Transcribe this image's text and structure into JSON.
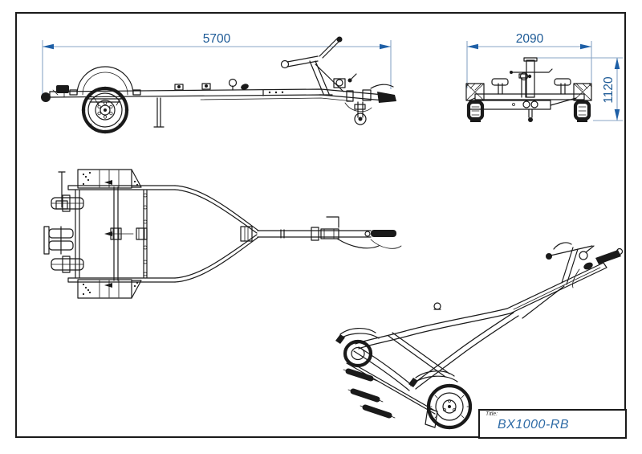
{
  "dimensions": {
    "overall_length": "5700",
    "overall_width": "2090",
    "overall_height": "1120"
  },
  "title_block": {
    "label": "Title:",
    "value": "BX1000-RB"
  },
  "colors": {
    "background": "#ffffff",
    "border": "#1a1a1a",
    "line_art": "#1a1a1a",
    "dimension_line": "#8aa6c5",
    "dimension_arrow": "#1e5fa6",
    "dimension_text": "#1d5a96",
    "title_text": "#2e6ba6"
  }
}
